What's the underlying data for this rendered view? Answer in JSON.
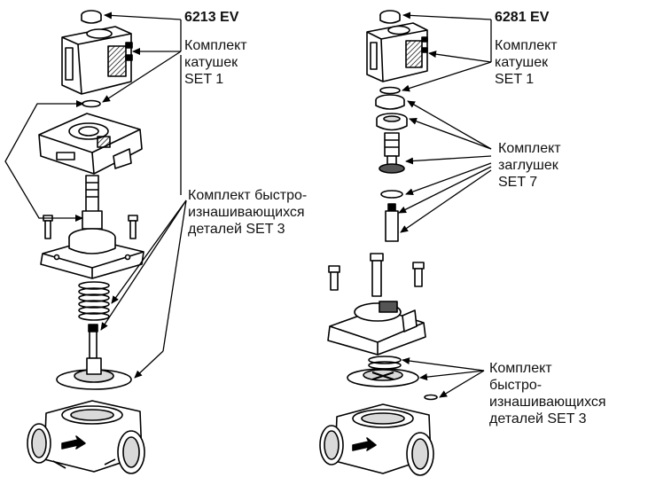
{
  "left": {
    "model": "6213 EV",
    "coil_set": [
      "Комплект",
      "катушек",
      "SET 1"
    ],
    "wear_set": [
      "Комплект быстро-",
      "изнашивающихся",
      "деталей SET 3"
    ]
  },
  "right": {
    "model": "6281 EV",
    "coil_set": [
      "Комплект",
      "катушек",
      "SET 1"
    ],
    "plug_set": [
      "Комплект",
      "заглушек",
      "SET 7"
    ],
    "wear_set": [
      "Комплект",
      "быстро-",
      "изнашивающихся",
      "деталей SET 3"
    ]
  },
  "colors": {
    "ink": "#000000",
    "paper": "#ffffff",
    "shade": "#d9d9d9",
    "dark": "#555555"
  }
}
